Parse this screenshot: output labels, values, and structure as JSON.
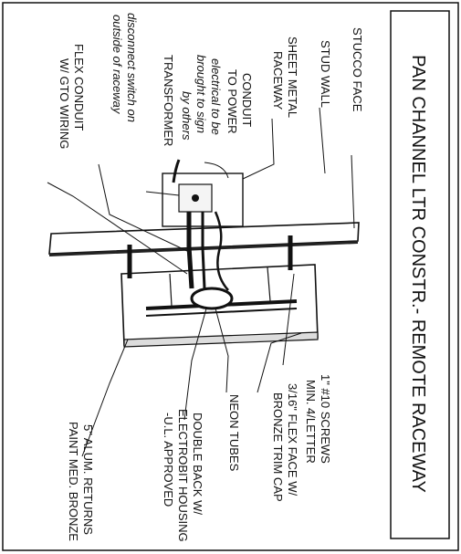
{
  "title": "PAN CHANNEL LTR CONSTR.- REMOTE RACEWAY",
  "labels": {
    "stucco_face": "STUCCO FACE",
    "stud_wall": "STUD WALL",
    "sheet_metal_raceway": [
      "SHEET METAL",
      "RACEWAY"
    ],
    "conduit_to_power": [
      "CONDUIT",
      "TO POWER"
    ],
    "electrical_note": [
      "electrical to be",
      "brought to sign",
      "by others"
    ],
    "transformer": "TRANSFORMER",
    "disconnect_note": [
      "disconnect switch on",
      "outside of raceway"
    ],
    "flex_conduit": [
      "FLEX CONDUIT",
      "W/ GTO WIRING"
    ],
    "screws": [
      "1\" #10 SCREWS",
      "MIN. 4/LETTER"
    ],
    "flex_face": [
      "3/16\" FLEX FACE W/",
      "BRONZE TRIM CAP"
    ],
    "neon_tubes": "NEON TUBES",
    "double_back": [
      "DOUBLE BACK W/",
      "ELECTROBIT HOUSING",
      "-U.L. APPROVED"
    ],
    "alum_returns": [
      "5\" ALUM. RETURNS",
      "PAINT MED. BRONZE"
    ]
  }
}
